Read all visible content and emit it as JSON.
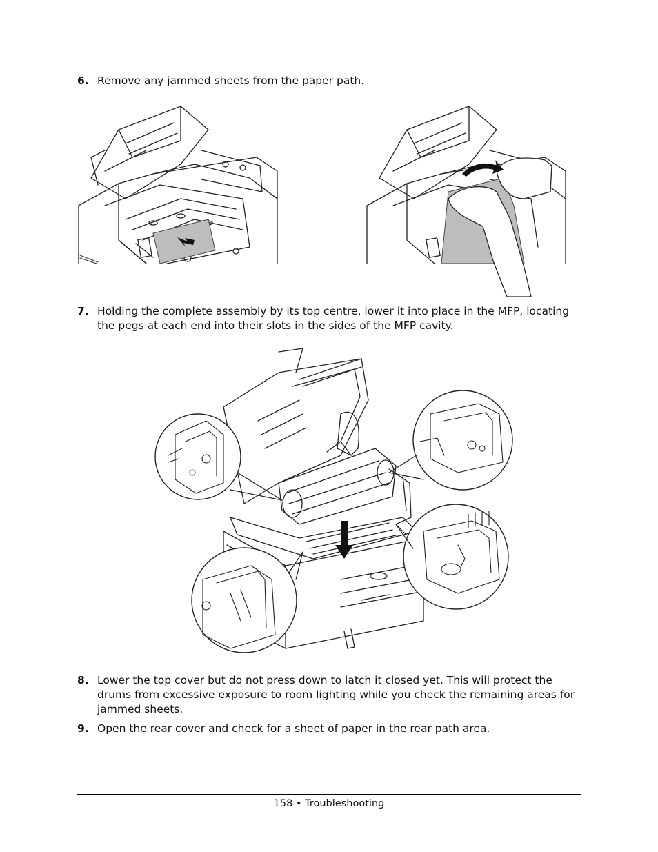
{
  "steps": [
    {
      "number": "6.",
      "text": "Remove any jammed sheets from the paper path."
    },
    {
      "number": "7.",
      "text": "Holding the complete assembly by its top centre, lower it into place in the MFP, locating the pegs at each end into their slots in the sides of the MFP cavity."
    },
    {
      "number": "8.",
      "text": "Lower the top cover but do not press down to latch it closed yet. This will protect the drums from excessive exposure to room lighting while you check the remaining areas for jammed sheets."
    },
    {
      "number": "9.",
      "text": "Open the rear cover and check for a sheet of paper in the rear path area."
    }
  ],
  "footer": {
    "text": "158 • Troubleshooting"
  },
  "figures": {
    "fig1": {
      "icon": "printer-open-jammed-sheet-illustration"
    },
    "fig2": {
      "icon": "hands-removing-sheet-illustration"
    },
    "fig3": {
      "icon": "drum-assembly-insertion-illustration"
    }
  }
}
